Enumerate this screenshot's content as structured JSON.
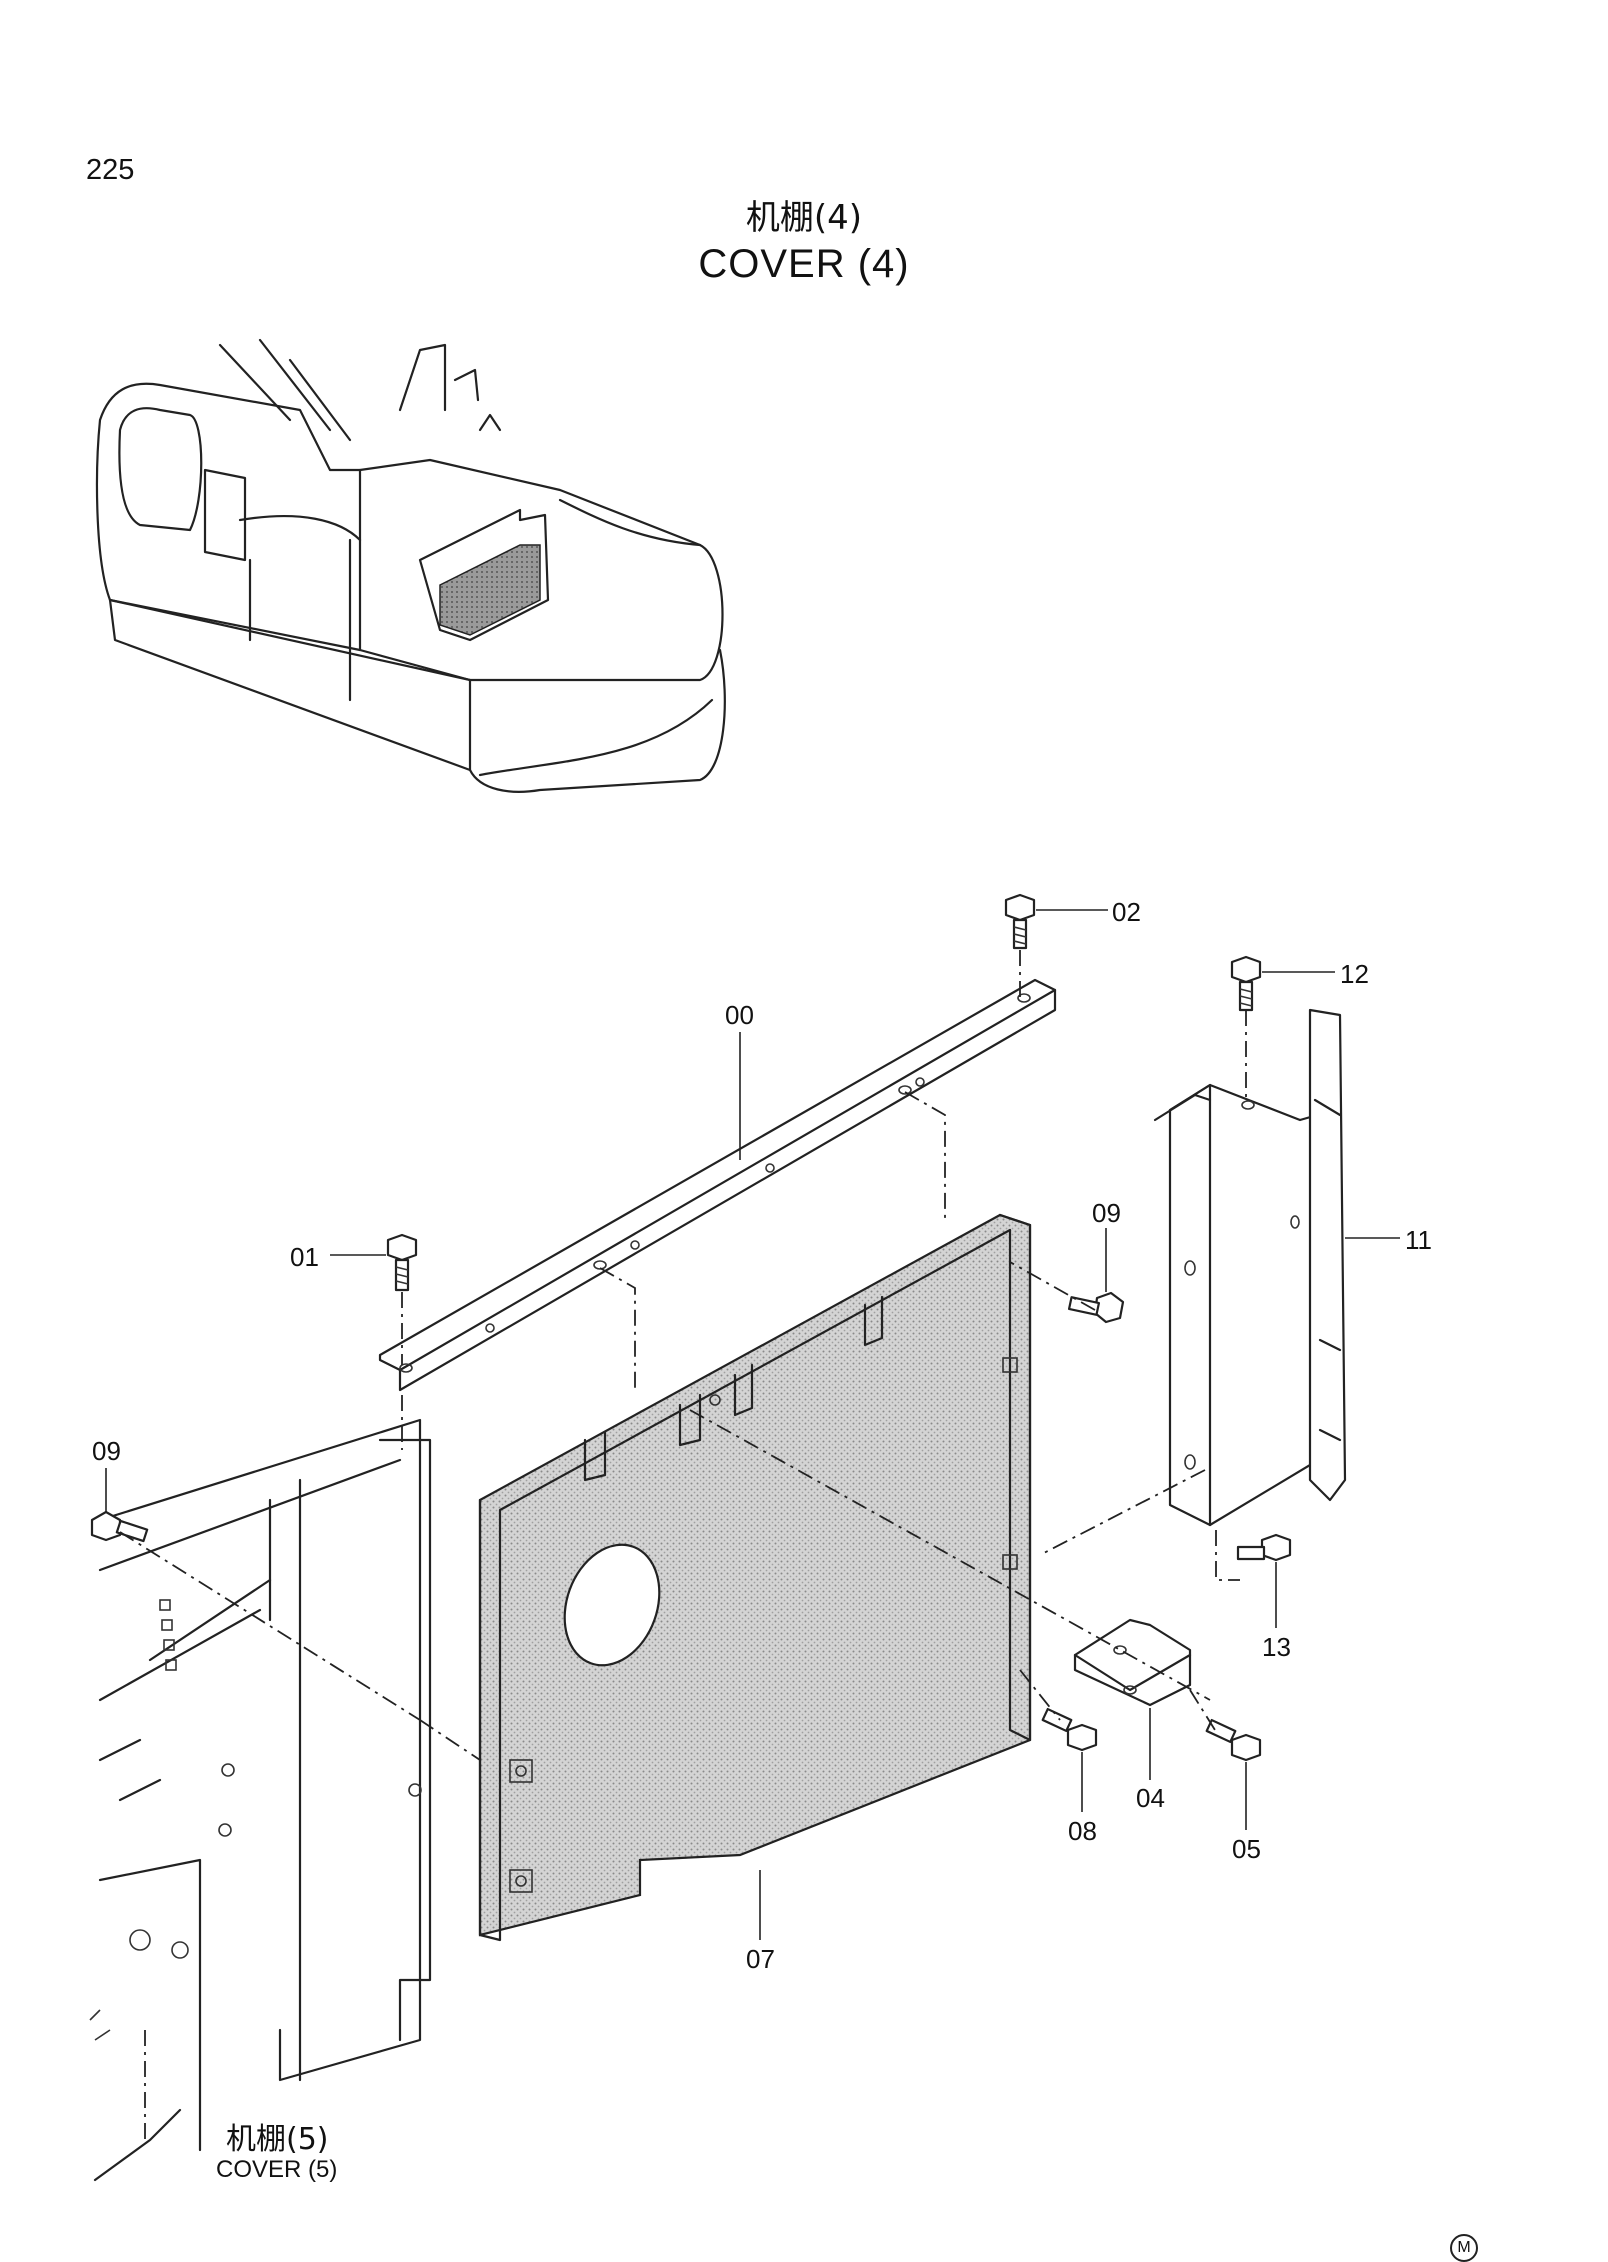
{
  "page_number": "225",
  "title_cn": "机棚(4)",
  "title_en": "COVER  (4)",
  "callouts": {
    "p00": "00",
    "p01": "01",
    "p02": "02",
    "p04": "04",
    "p05": "05",
    "p07": "07",
    "p08": "08",
    "p09a": "09",
    "p09b": "09",
    "p11": "11",
    "p12": "12",
    "p13": "13"
  },
  "reference": {
    "cn": "机棚(5)",
    "en": "COVER (5)"
  },
  "mark": "M"
}
